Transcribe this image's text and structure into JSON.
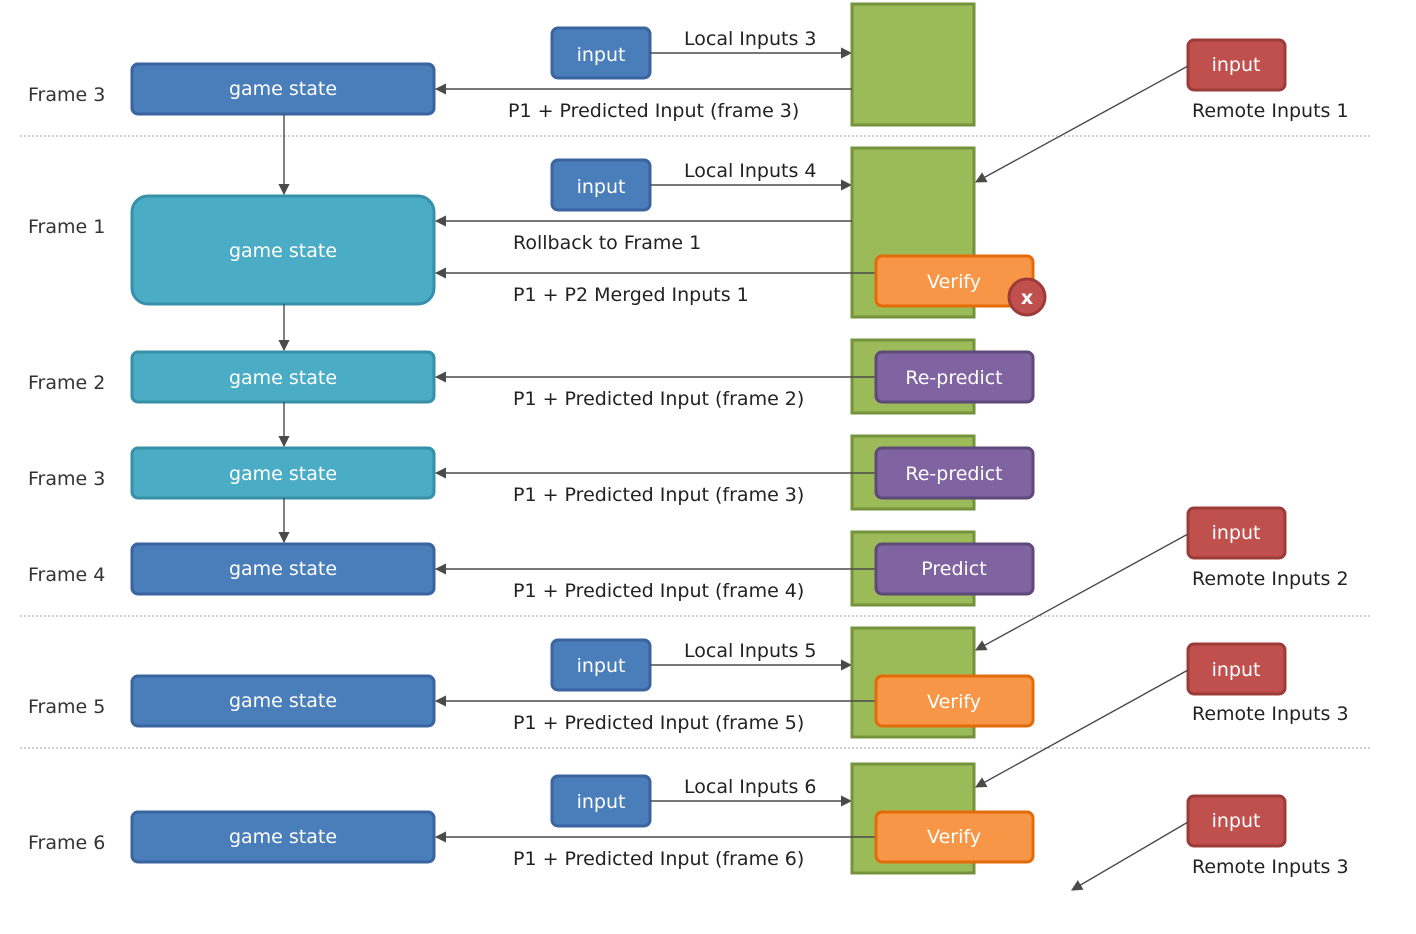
{
  "colors": {
    "game_state_dark": "#4a7ebb",
    "game_state_light": "#4bacc6",
    "input_local": "#4a7ebb",
    "input_remote": "#c0504d",
    "buffer_green": "#9bbb59",
    "verify_orange": "#f79646",
    "predict_purple": "#8064a2",
    "error_red": "#c0504d"
  },
  "rows": [
    {
      "frame_label": "Frame 3",
      "state_label": "game state"
    },
    {
      "frame_label": "Frame 1",
      "state_label": "game state"
    },
    {
      "frame_label": "Frame 2",
      "state_label": "game state"
    },
    {
      "frame_label": "Frame 3",
      "state_label": "game state"
    },
    {
      "frame_label": "Frame 4",
      "state_label": "game state"
    },
    {
      "frame_label": "Frame 5",
      "state_label": "game state"
    },
    {
      "frame_label": "Frame 6",
      "state_label": "game state"
    }
  ],
  "local_inputs": [
    {
      "box_label": "input",
      "edge_label": "Local Inputs 3"
    },
    {
      "box_label": "input",
      "edge_label": "Local Inputs 4"
    },
    {
      "box_label": "input",
      "edge_label": "Local Inputs 5"
    },
    {
      "box_label": "input",
      "edge_label": "Local Inputs 6"
    }
  ],
  "flow_labels": [
    "P1 + Predicted Input (frame 3)",
    "Rollback to Frame 1",
    "P1 + P2 Merged Inputs 1",
    "P1 + Predicted Input (frame 2)",
    "P1 + Predicted Input (frame 3)",
    "P1 + Predicted Input (frame 4)",
    "P1 + Predicted Input (frame 5)",
    "P1 + Predicted Input (frame 6)"
  ],
  "actions": [
    "Verify",
    "Re-predict",
    "Re-predict",
    "Predict",
    "Verify",
    "Verify"
  ],
  "error_mark": "x",
  "remote_inputs": [
    {
      "box_label": "input",
      "caption": "Remote Inputs 1"
    },
    {
      "box_label": "input",
      "caption": "Remote Inputs 2"
    },
    {
      "box_label": "input",
      "caption": "Remote Inputs 3"
    },
    {
      "box_label": "input",
      "caption": "Remote Inputs 3"
    }
  ]
}
